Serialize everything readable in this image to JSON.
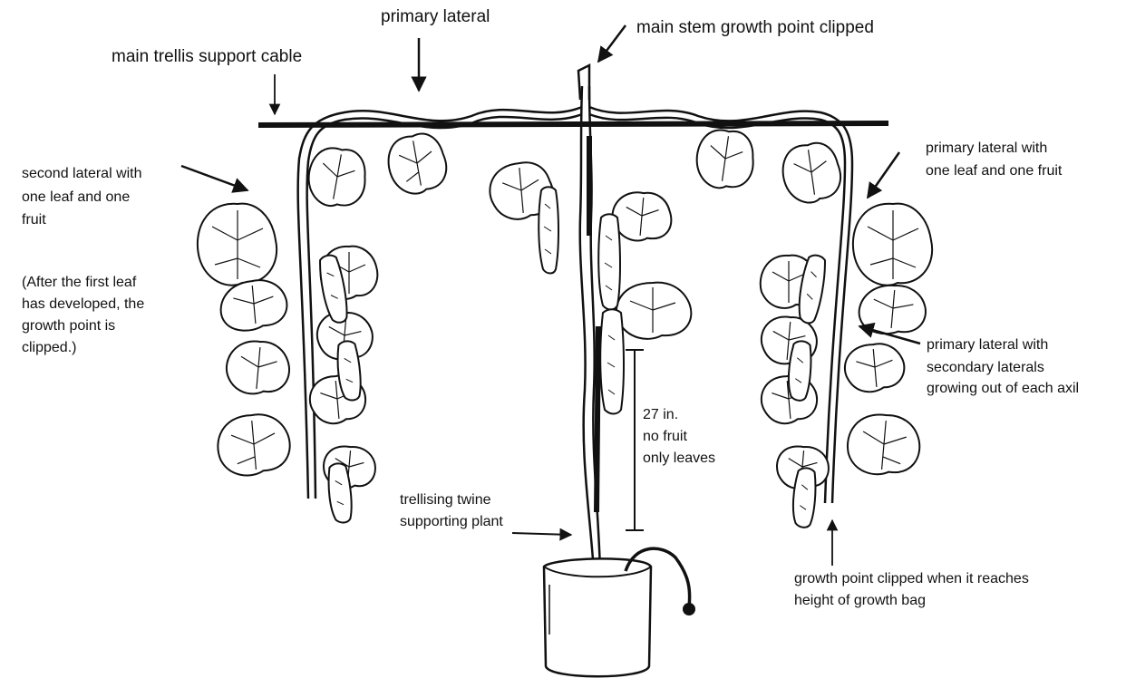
{
  "labels": {
    "main_trellis": "main trellis support cable",
    "primary_lateral": "primary lateral",
    "main_stem_clipped": "main stem growth point clipped",
    "second_lateral": [
      "second lateral with",
      "one leaf and one",
      "fruit"
    ],
    "after_first_leaf": [
      "(After the first leaf",
      "has developed, the",
      "growth point is",
      "clipped.)"
    ],
    "primary_lateral_one_leaf": [
      "primary lateral with",
      "one leaf and one fruit"
    ],
    "primary_lateral_secondary": [
      "primary lateral with",
      "secondary laterals",
      "growing out of each axil"
    ],
    "measurement": [
      "27 in.",
      "no fruit",
      "only leaves"
    ],
    "twine": [
      "trellising twine",
      "supporting plant"
    ],
    "growth_point_bag": [
      "growth point clipped when it reaches",
      "height of growth bag"
    ]
  },
  "colors": {
    "ink": "#111111",
    "background": "#ffffff"
  }
}
